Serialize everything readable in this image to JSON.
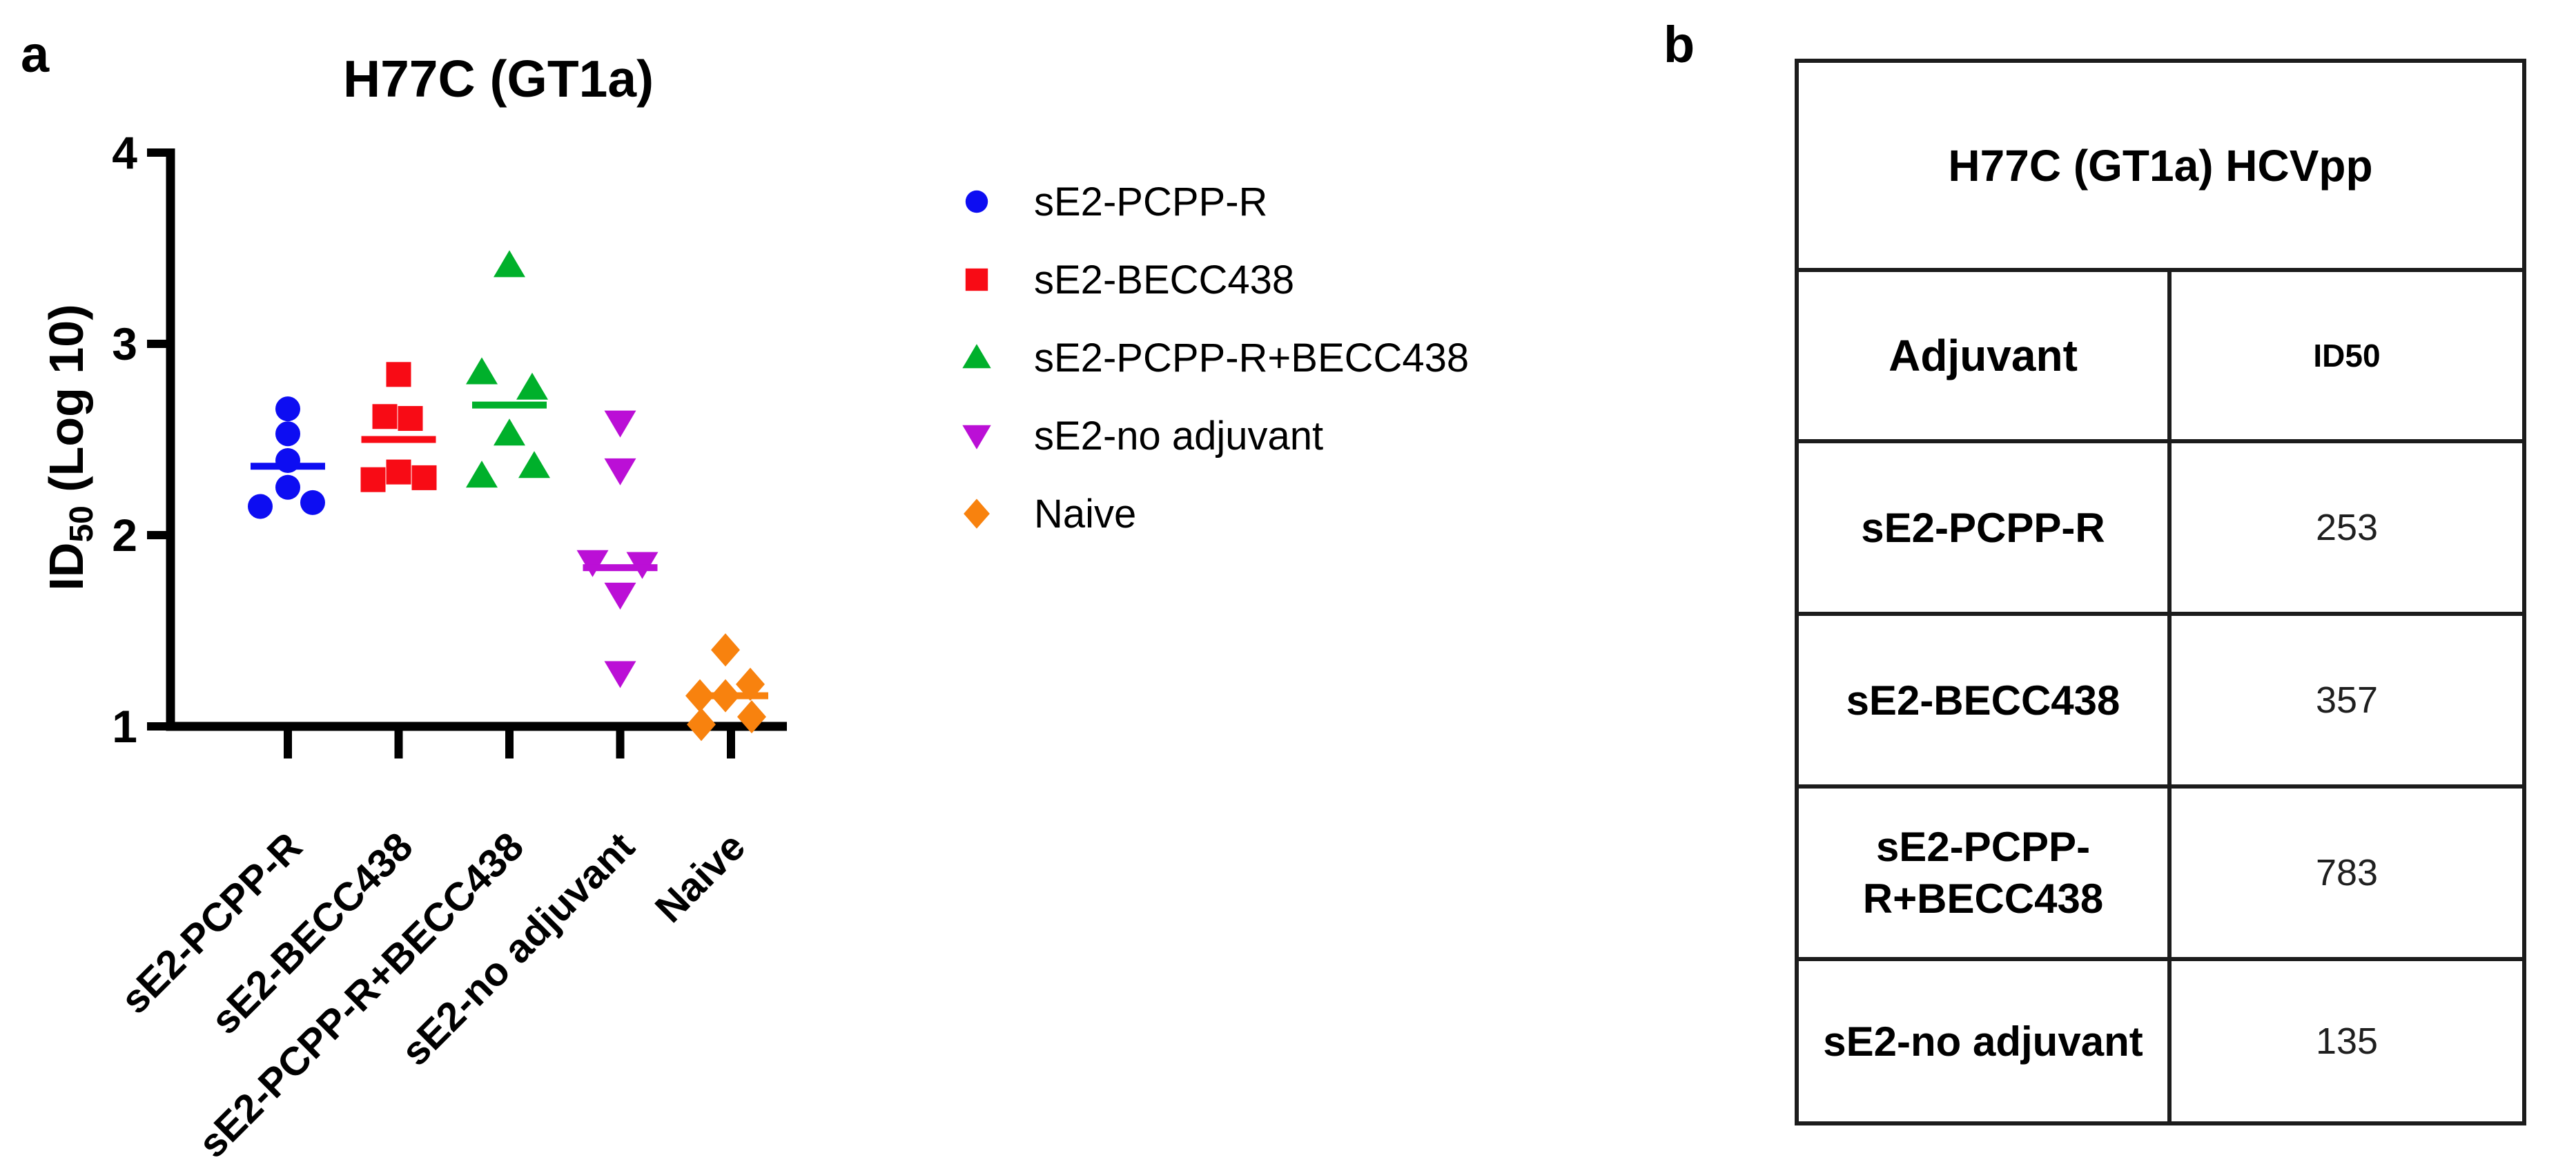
{
  "panel_a": {
    "label": "a",
    "chart_data": {
      "type": "scatter",
      "title": "H77C (GT1a)",
      "ylabel": {
        "base": "ID",
        "sub": "50",
        "rest": " (Log 10)"
      },
      "ylim": [
        1,
        4
      ],
      "yticks": [
        "4",
        "3",
        "2",
        "1"
      ],
      "grid": false,
      "legend_position": "right",
      "categories": [
        "sE2-PCPP-R",
        "sE2-BECC438",
        "sE2-PCPP-R+BECC438",
        "sE2-no adjuvant",
        "Naive"
      ],
      "series": [
        {
          "name": "sE2-PCPP-R",
          "marker": "circle",
          "color": "#0d0df2",
          "values": [
            2.66,
            2.53,
            2.39,
            2.25,
            2.17,
            2.15
          ],
          "offsets": [
            0,
            0,
            0,
            0,
            36,
            -40
          ],
          "mean": 2.36
        },
        {
          "name": "sE2-BECC438",
          "marker": "square",
          "color": "#f80b15",
          "values": [
            2.84,
            2.62,
            2.61,
            2.33,
            2.29,
            2.3
          ],
          "offsets": [
            0,
            -20,
            17,
            0,
            -37,
            37
          ],
          "mean": 2.5
        },
        {
          "name": "sE2-PCPP-R+BECC438",
          "marker": "triangle-up",
          "color": "#00b02b",
          "values": [
            3.41,
            2.85,
            2.77,
            2.53,
            2.36,
            2.31
          ],
          "offsets": [
            0,
            -40,
            33,
            0,
            36,
            -40
          ],
          "mean": 2.68
        },
        {
          "name": "sE2-no adjuvant",
          "marker": "triangle-down",
          "color": "#bb0fd6",
          "values": [
            2.59,
            2.34,
            1.86,
            1.85,
            1.69,
            1.28
          ],
          "offsets": [
            0,
            0,
            -40,
            32,
            0,
            0
          ],
          "mean": 1.83
        },
        {
          "name": "Naive",
          "marker": "diamond",
          "color": "#f8820e",
          "values": [
            1.4,
            1.22,
            1.16,
            1.16,
            1.05,
            1.01
          ],
          "offsets": [
            -8,
            28,
            -45,
            -8,
            30,
            -43
          ],
          "mean": 1.16
        }
      ]
    }
  },
  "panel_b": {
    "label": "b",
    "table": {
      "title": "H77C (GT1a) HCVpp",
      "columns": [
        "Adjuvant",
        "ID50"
      ],
      "rows": [
        {
          "adjuvant": "sE2-PCPP-R",
          "id50": "253"
        },
        {
          "adjuvant": "sE2-BECC438",
          "id50": "357"
        },
        {
          "adjuvant": "sE2-PCPP-R+BECC438",
          "id50": "783"
        },
        {
          "adjuvant": "sE2-no adjuvant",
          "id50": "135"
        }
      ]
    }
  }
}
